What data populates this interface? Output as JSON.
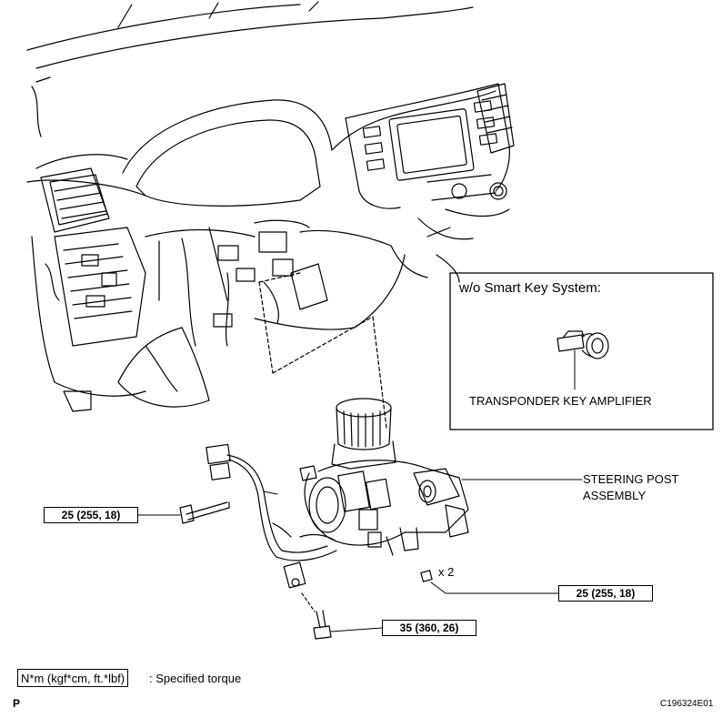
{
  "inset": {
    "title": "w/o Smart Key System:",
    "part_label": "TRANSPONDER KEY AMPLIFIER"
  },
  "parts": {
    "steering_post_label_line1": "STEERING POST",
    "steering_post_label_line2": "ASSEMBLY",
    "quantity_label": "x 2"
  },
  "torques": {
    "left_bolt": "25 (255, 18)",
    "right_nut": "25 (255, 18)",
    "bottom_bolt": "35 (360, 26)"
  },
  "legend": {
    "unit_box": "N*m (kgf*cm, ft.*lbf)",
    "description": ": Specified torque"
  },
  "footer": {
    "page_marker": "P",
    "figure_id": "C196324E01"
  }
}
